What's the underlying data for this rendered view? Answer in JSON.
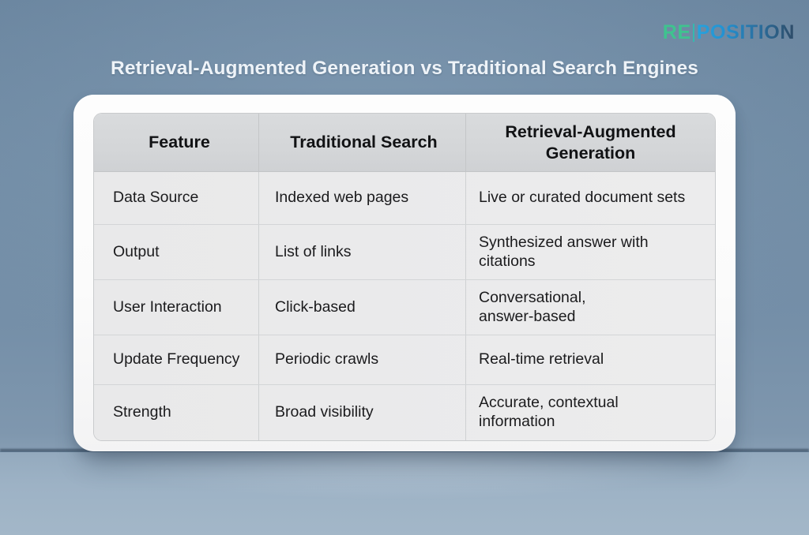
{
  "logo": {
    "part_green": "RE",
    "divider": "|",
    "part_blue": "POSITION",
    "color_green": "#3fc38f",
    "color_blue_start": "#27a3dd",
    "color_blue_end": "#2e4c68"
  },
  "title": "Retrieval-Augmented Generation vs Traditional Search Engines",
  "table": {
    "headers": [
      "Feature",
      "Traditional Search",
      "Retrieval-Augmented\nGeneration"
    ],
    "rows": [
      {
        "feature": "Data Source",
        "traditional": "Indexed web pages",
        "rag": "Live or curated document sets"
      },
      {
        "feature": "Output",
        "traditional": "List of links",
        "rag": "Synthesized answer with\ncitations"
      },
      {
        "feature": "User Interaction",
        "traditional": "Click-based",
        "rag": "Conversational,\nanswer-based"
      },
      {
        "feature": "Update Frequency",
        "traditional": "Periodic crawls",
        "rag": "Real-time retrieval"
      },
      {
        "feature": "Strength",
        "traditional": "Broad visibility",
        "rag": "Accurate, contextual\ninformation"
      }
    ]
  },
  "theme": {
    "background_top": "#6b869f",
    "background_floor": "#9db2c5",
    "card_background": "#fcfcfc",
    "header_background": "#d4d6d8",
    "row_background": "#eaeaeb",
    "title_color": "#eef3f8",
    "text_color": "#1b1b1d"
  }
}
